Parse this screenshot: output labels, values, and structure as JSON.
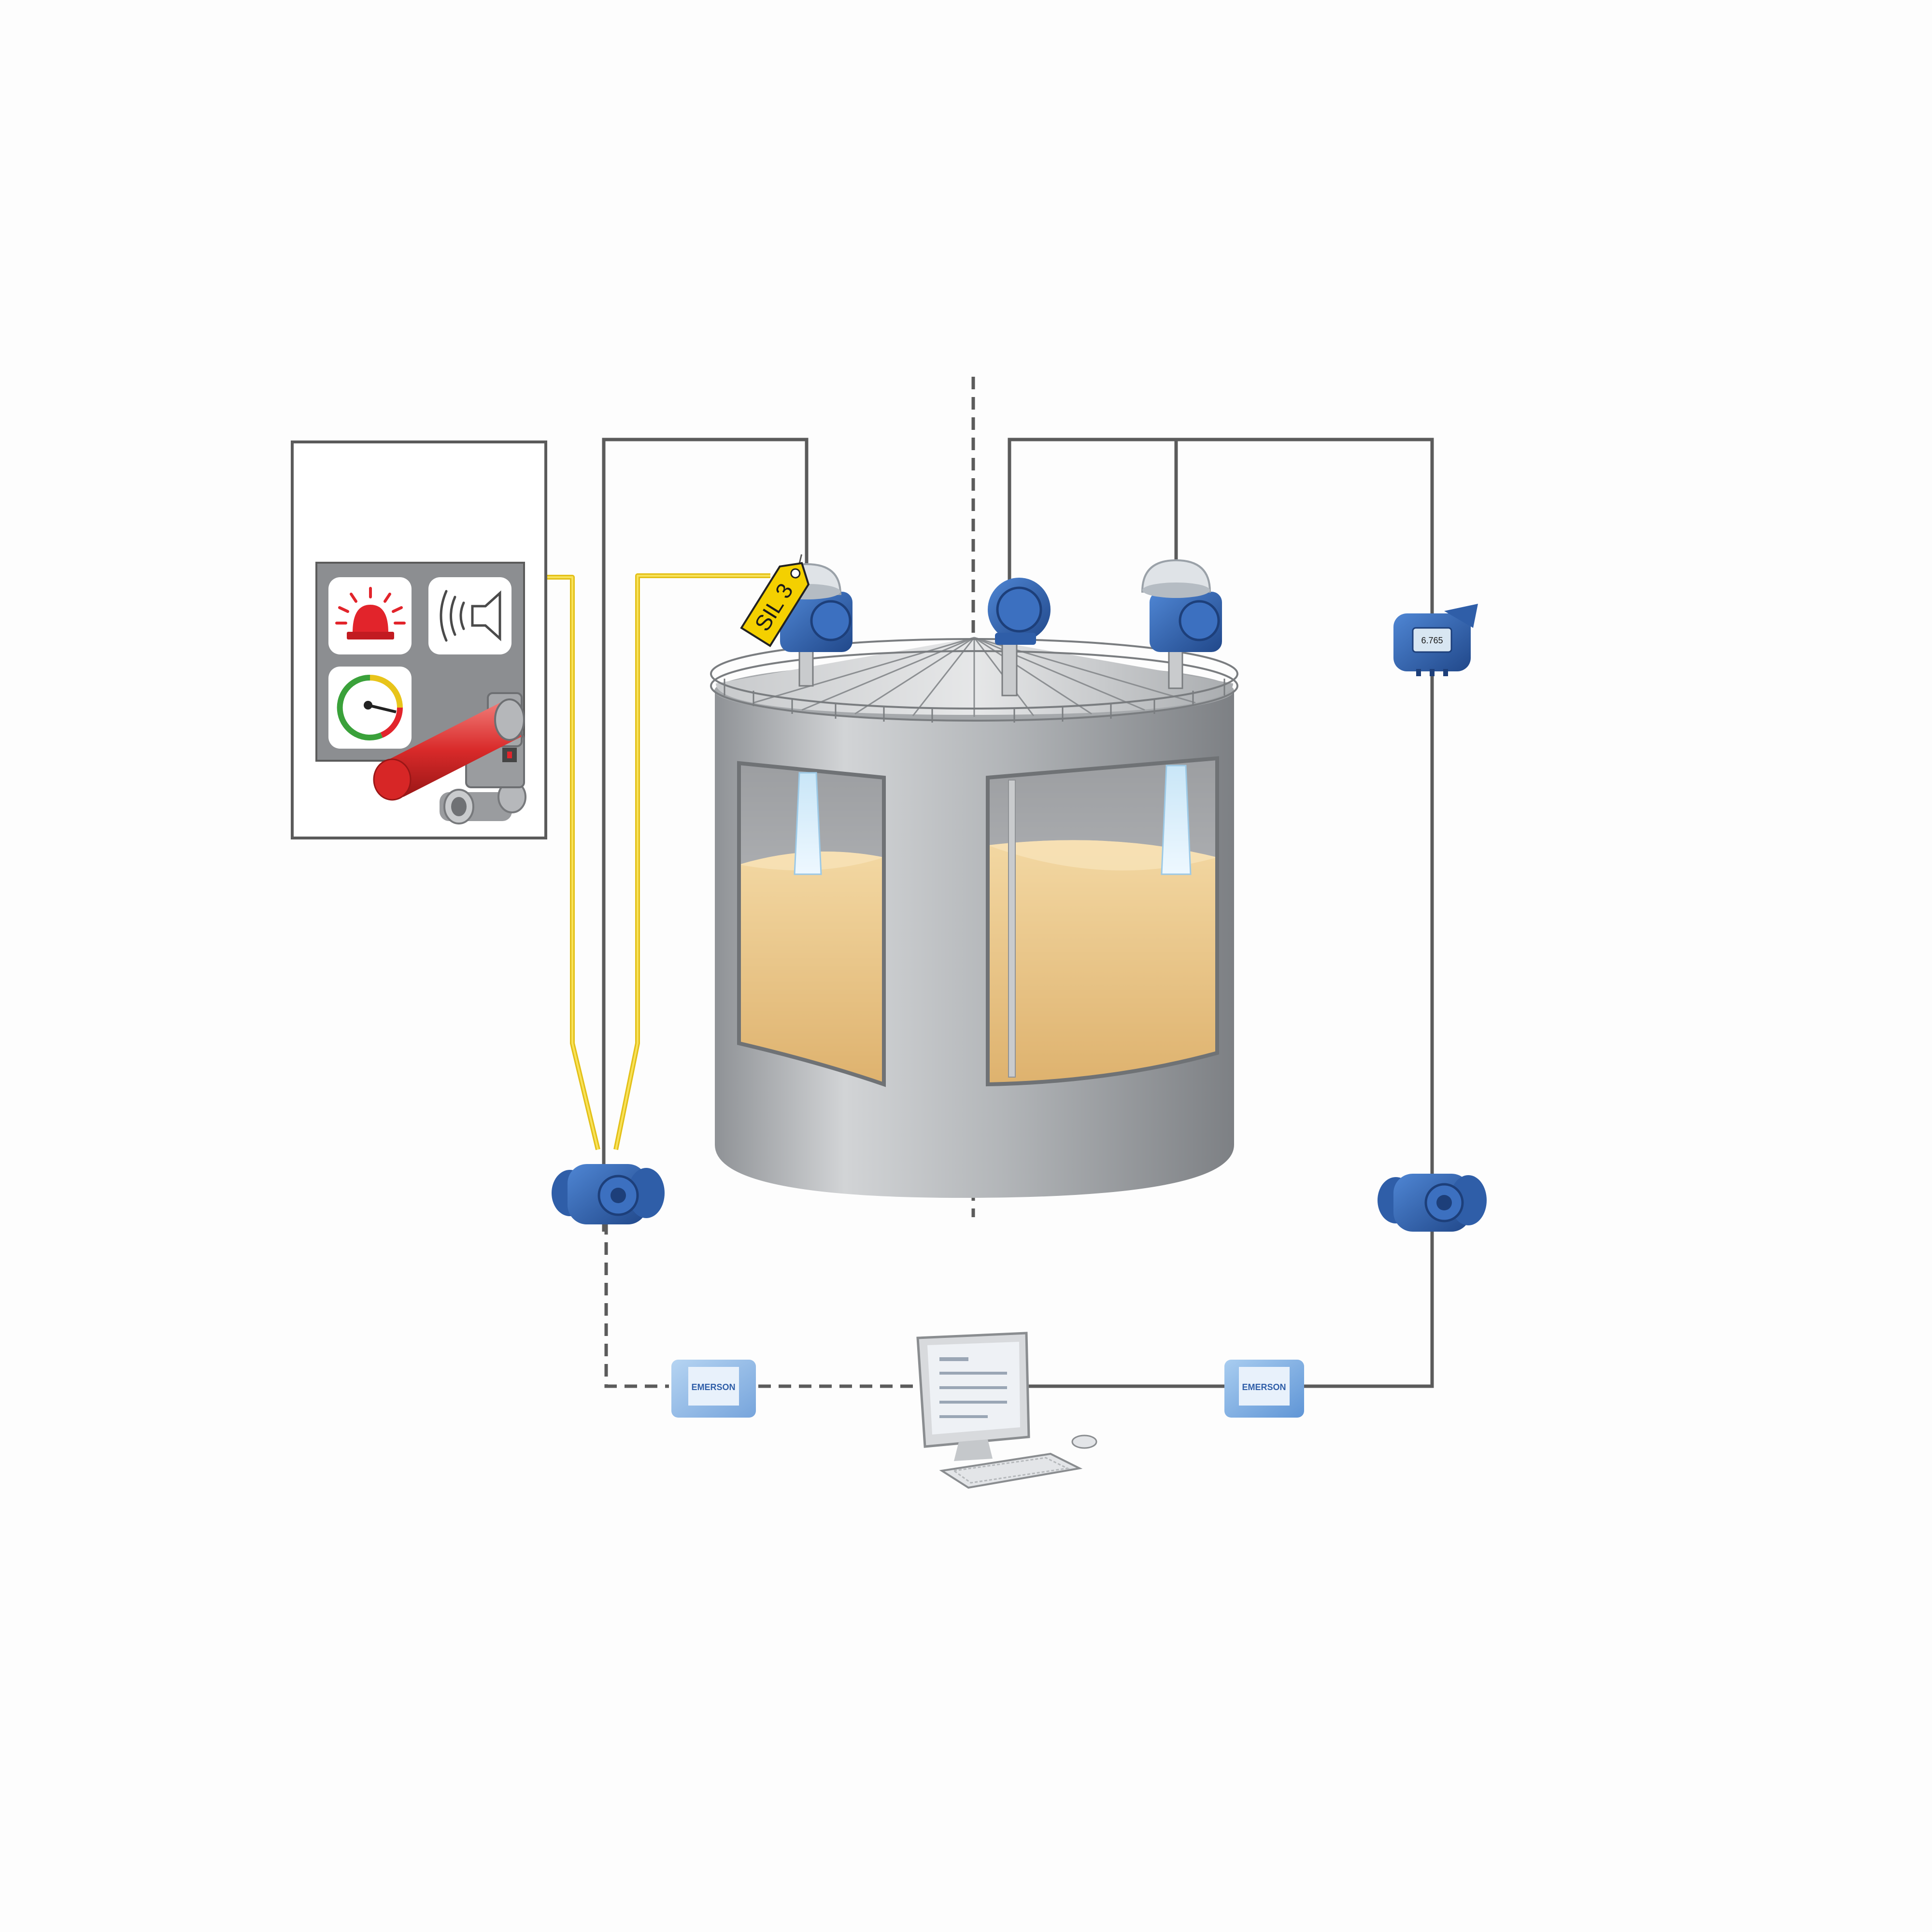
{
  "diagram": {
    "sil_tag": {
      "label": "SIL 3"
    },
    "indicator_display": {
      "value": "6.765"
    },
    "gateway_left": {
      "brand": "EMERSON"
    },
    "gateway_right": {
      "brand": "EMERSON"
    },
    "colors": {
      "background": "#fdfdfd",
      "wire": "#5b5b5b",
      "safety_wire": "#f1cf1f",
      "device_blue": "#2f5ea8",
      "tank_steel": "#b9bbbe",
      "liquid": "#e8c07a",
      "alarm_red": "#e2242b",
      "gauge_green": "#3aa13a",
      "tag_yellow": "#f4d000"
    },
    "icons": [
      "alarm-beacon-icon",
      "speaker-icon",
      "gauge-icon",
      "valve-actuator-icon",
      "computer-icon",
      "keyboard-icon",
      "mouse-icon"
    ]
  }
}
